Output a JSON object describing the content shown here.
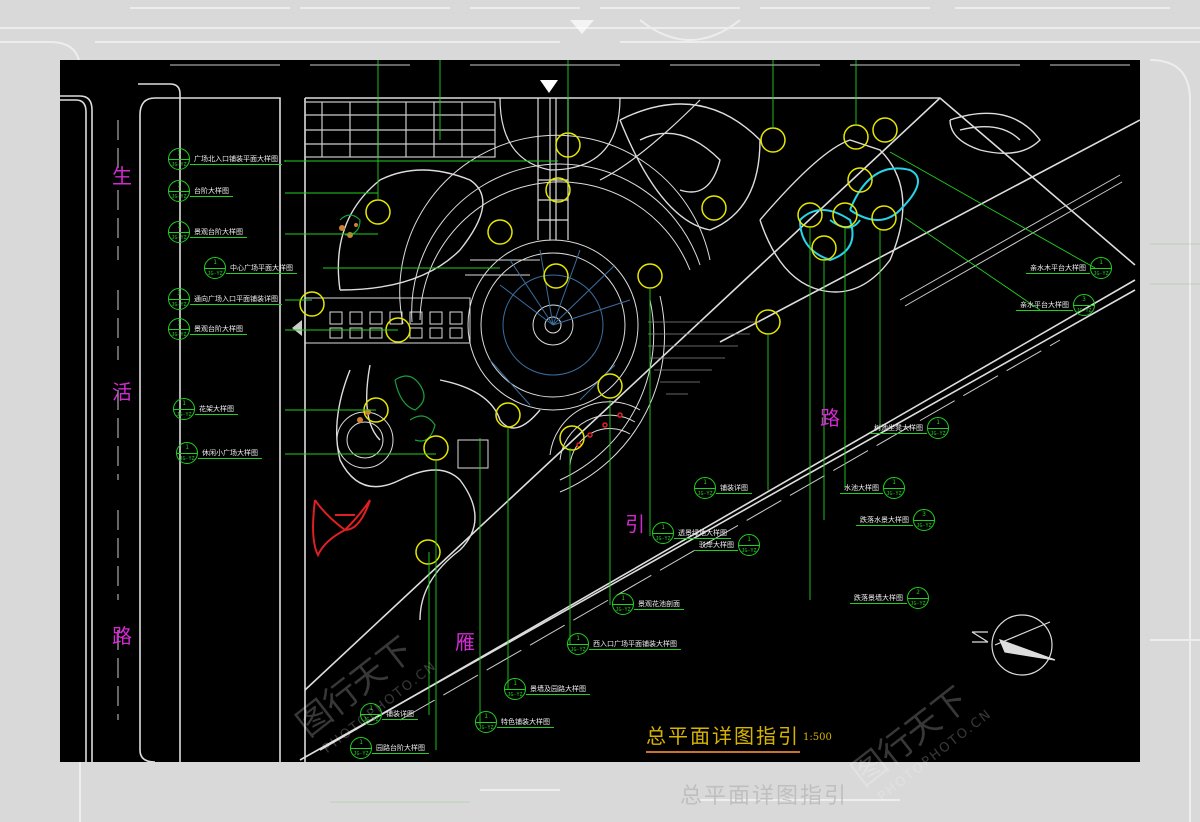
{
  "drawing": {
    "title": "总平面详图指引",
    "scale": "1:500",
    "ghost_title": "总平面详图指引"
  },
  "road_labels": [
    "生",
    "活",
    "路",
    "雁",
    "引",
    "路"
  ],
  "callouts_left": [
    {
      "num": "1",
      "code": "JG-YZ",
      "label": "广场北入口铺装平面大样图"
    },
    {
      "num": "1",
      "code": "JG-YZ",
      "label": "台阶大样图"
    },
    {
      "num": "1",
      "code": "JG-YZ",
      "label": "景观台阶大样图"
    },
    {
      "num": "1",
      "code": "JG-YZ",
      "label": "中心广场平面大样图"
    },
    {
      "num": "3",
      "code": "JG-YZ",
      "label": "通向广场入口平面铺装详图"
    },
    {
      "num": "1",
      "code": "JG-YZ",
      "label": "景观台阶大样图"
    },
    {
      "num": "1",
      "code": "JG-YZ",
      "label": "花架大样图"
    },
    {
      "num": "1",
      "code": "JG-YZ",
      "label": "休闲小广场大样图"
    }
  ],
  "callouts_bottom": [
    {
      "num": "1",
      "code": "JG-YZ",
      "label": "铺装详图"
    },
    {
      "num": "1",
      "code": "JG-YZ",
      "label": "园路台阶大样图"
    },
    {
      "num": "1",
      "code": "JG-YZ",
      "label": "特色铺装大样图"
    },
    {
      "num": "1",
      "code": "JG-YZ",
      "label": "景墙及园路大样图"
    },
    {
      "num": "1",
      "code": "JG-YZ",
      "label": "西入口广场平面铺装大样图"
    },
    {
      "num": "1",
      "code": "JG-YZ",
      "label": "景观花池剖面"
    },
    {
      "num": "1",
      "code": "JG-YZ",
      "label": "透景绿地大样图"
    },
    {
      "num": "1",
      "code": "JG-YZ",
      "label": "铺装详图"
    }
  ],
  "callouts_right": [
    {
      "num": "1",
      "code": "JG-YZ",
      "label": "亲水木平台大样图"
    },
    {
      "num": "1",
      "code": "JG-YZ",
      "label": "水池大样图"
    },
    {
      "num": "3",
      "code": "JG-YZ",
      "label": "跌落水景大样图"
    },
    {
      "num": "3",
      "code": "JG-YZ",
      "label": "亲水平台大样图"
    },
    {
      "num": "2",
      "code": "JG-YZ",
      "label": "跌落景墙大样图"
    },
    {
      "num": "1",
      "code": "JG-YZ",
      "label": "树池坐凳大样图"
    },
    {
      "num": "1",
      "code": "JG-YZ",
      "label": "驳岸大样图"
    }
  ],
  "watermark": {
    "text": "图行天下",
    "url": "PHOTOPHOTO.CN"
  },
  "colors": {
    "callout_green": "#1fd11f",
    "highlight_yellow": "#e6e600",
    "road_magenta": "#d22bd2",
    "water_cyan": "#27d4e8",
    "title_yellow": "#d8b400",
    "accent_red": "#e02020"
  }
}
